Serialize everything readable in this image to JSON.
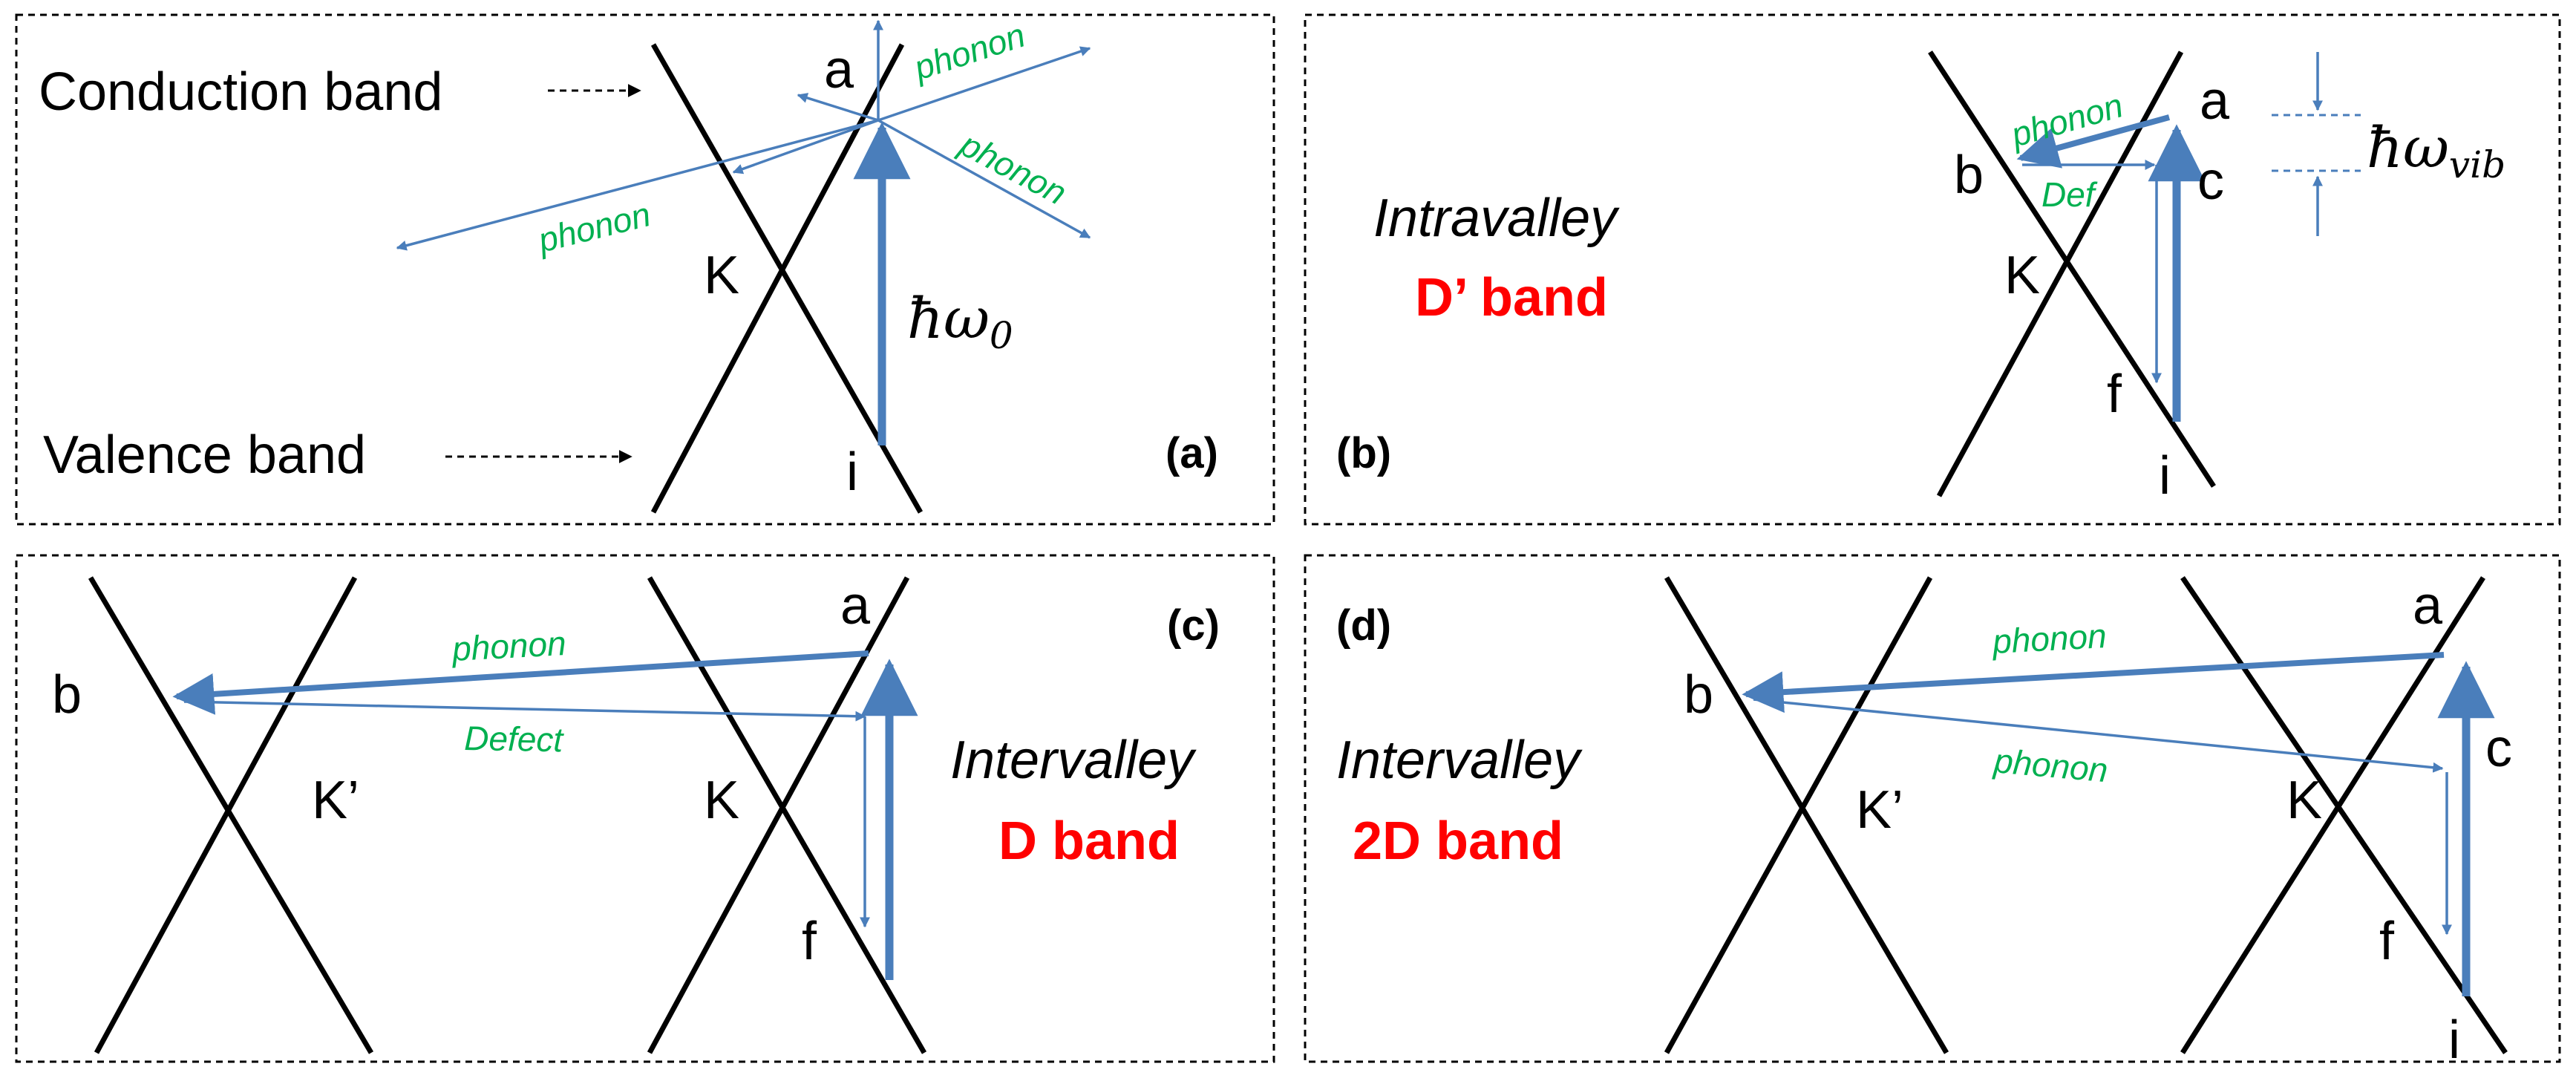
{
  "colors": {
    "arrow_blue": "#4A7EBB",
    "label_green": "#00B050",
    "label_red": "#FF0000",
    "line_black": "#000000"
  },
  "panel_a": {
    "tag": "(a)",
    "conduction_band": "Conduction band",
    "valence_band": "Valence band",
    "point_a": "a",
    "point_k": "K",
    "point_i": "i",
    "energy_symbol": "ħω",
    "energy_subscript": "0",
    "phonon_1": "phonon",
    "phonon_2": "phonon",
    "phonon_3": "phonon"
  },
  "panel_b": {
    "tag": "(b)",
    "title_line1": "Intravalley",
    "title_line2": "D’ band",
    "point_a": "a",
    "point_b": "b",
    "point_c": "c",
    "point_k": "K",
    "point_f": "f",
    "point_i": "i",
    "phonon": "phonon",
    "defect": "Def",
    "vib_symbol": "ħω",
    "vib_subscript": "vib"
  },
  "panel_c": {
    "tag": "(c)",
    "title_line1": "Intervalley",
    "title_line2": "D band",
    "point_a": "a",
    "point_b": "b",
    "point_k": "K",
    "point_kp": "K’",
    "point_f": "f",
    "phonon": "phonon",
    "defect": "Defect"
  },
  "panel_d": {
    "tag": "(d)",
    "title_line1": "Intervalley",
    "title_line2": "2D band",
    "point_a": "a",
    "point_b": "b",
    "point_c": "c",
    "point_k": "K",
    "point_kp": "K’",
    "point_f": "f",
    "point_i": "i",
    "phonon_1": "phonon",
    "phonon_2": "phonon"
  }
}
